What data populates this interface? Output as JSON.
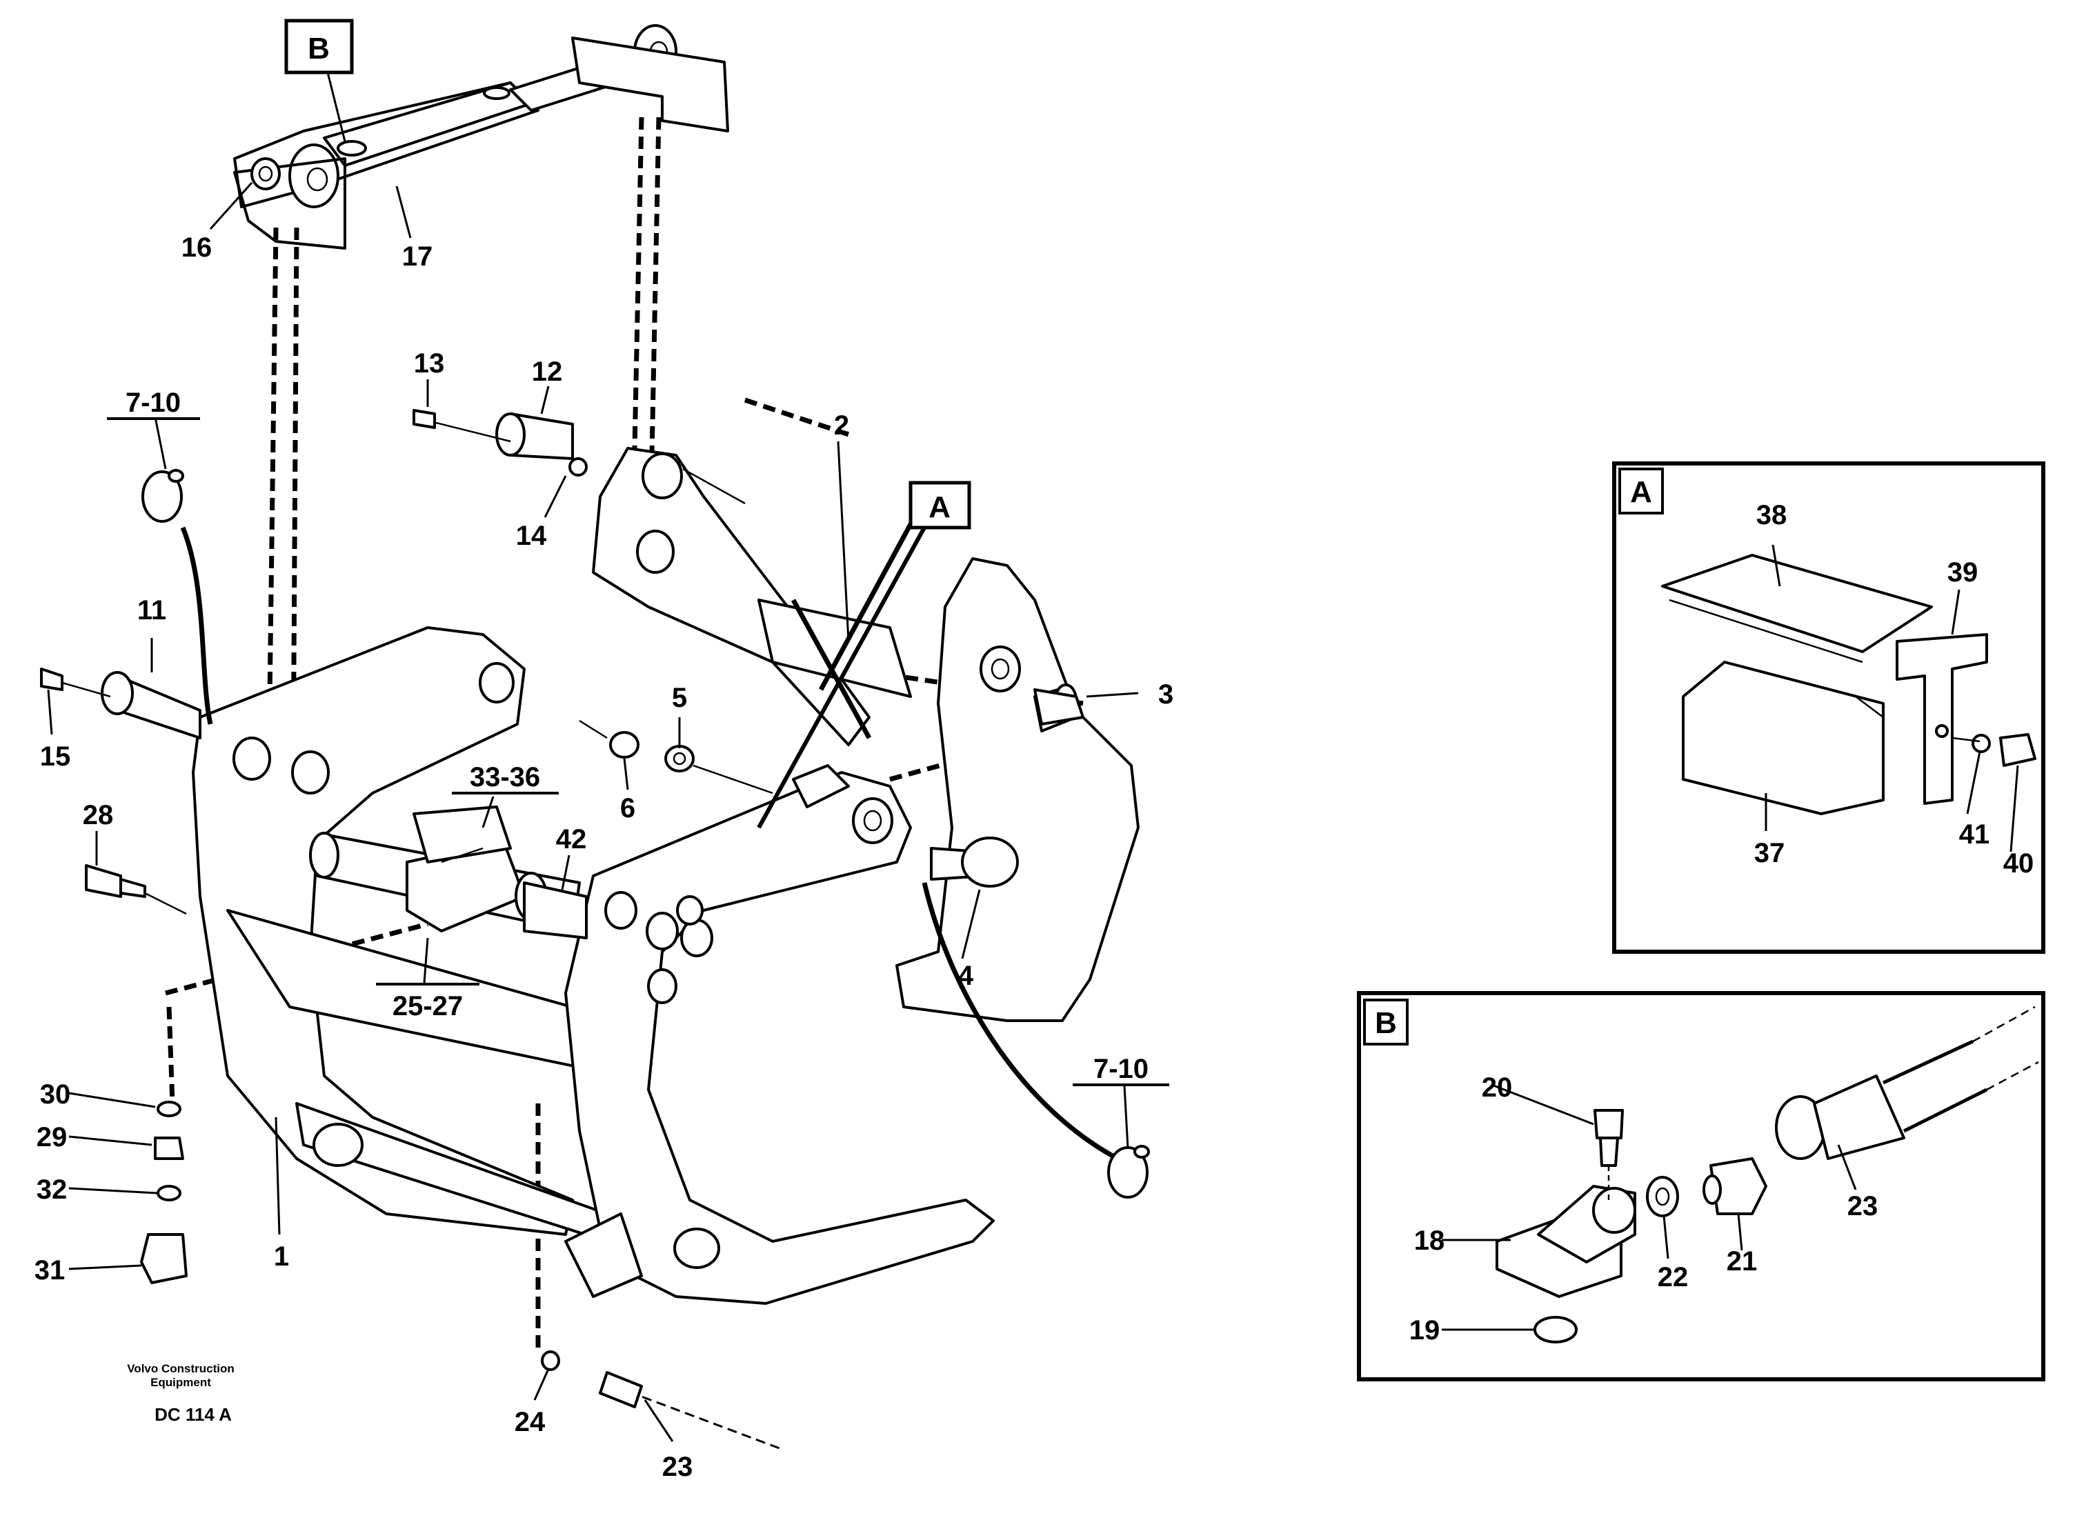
{
  "labels": {
    "p1": "1",
    "p2": "2",
    "p3": "3",
    "p4": "4",
    "p5": "5",
    "p6": "6",
    "p7_10a": "7-10",
    "p7_10b": "7-10",
    "p11": "11",
    "p12": "12",
    "p13": "13",
    "p14": "14",
    "p15": "15",
    "p16": "16",
    "p17": "17",
    "p18": "18",
    "p19": "19",
    "p20": "20",
    "p21": "21",
    "p22": "22",
    "p23a": "23",
    "p23b": "23",
    "p24": "24",
    "p25_27": "25-27",
    "p28": "28",
    "p29": "29",
    "p30": "30",
    "p31": "31",
    "p32": "32",
    "p33_36": "33-36",
    "p37": "37",
    "p38": "38",
    "p39": "39",
    "p40": "40",
    "p41": "41",
    "p42": "42"
  },
  "callouts": {
    "a": "A",
    "b": "B"
  },
  "detail_a": {
    "title": "A"
  },
  "detail_b": {
    "title": "B"
  },
  "footer": {
    "company_line1": "Volvo Construction",
    "company_line2": "Equipment",
    "drawing_code": "DC 114 A"
  }
}
